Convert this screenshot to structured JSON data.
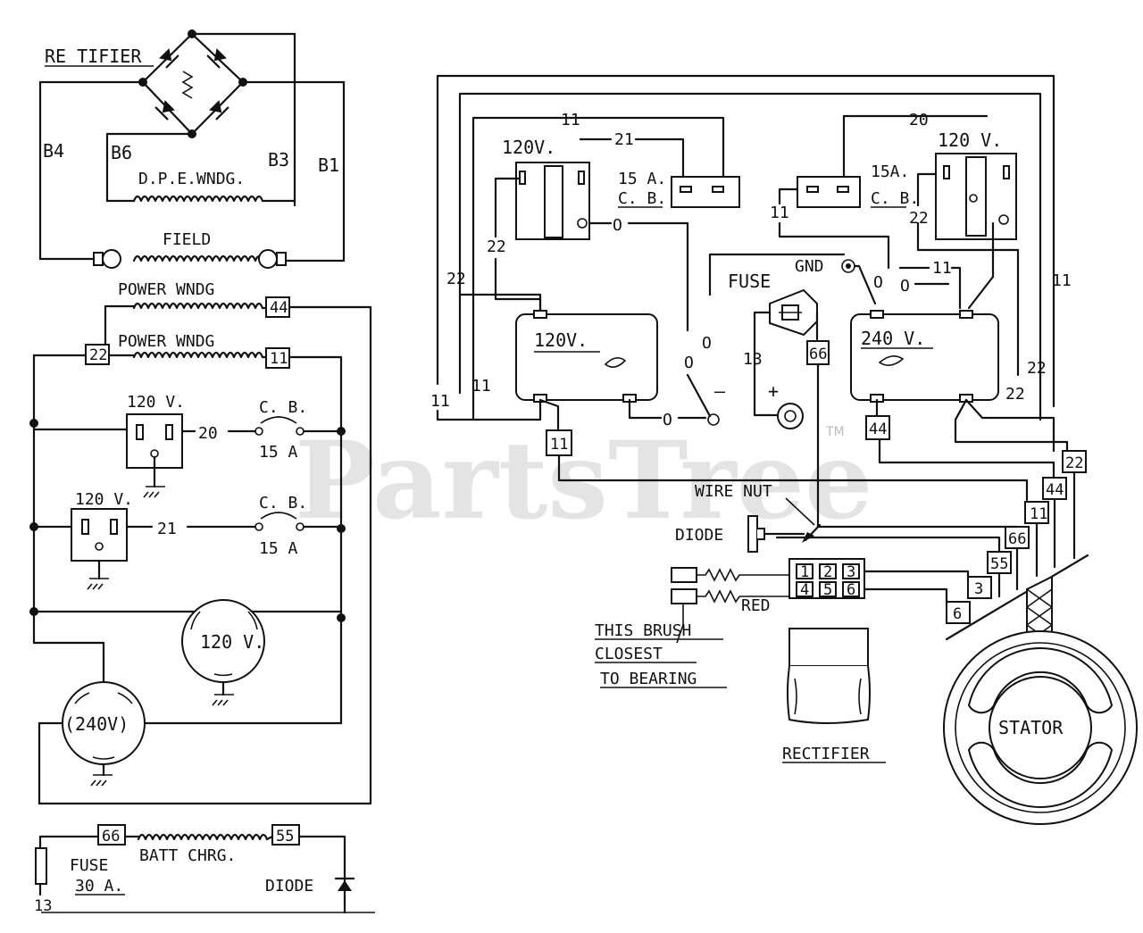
{
  "watermark": {
    "text": "PartsTree",
    "tm": "TM"
  },
  "schematic": {
    "rectifier_label": "RE  TIFIER",
    "b4": "B4",
    "b6": "B6",
    "b3": "B3",
    "b1": "B1",
    "dpe_wndg": "D.P.E.WNDG.",
    "field": "FIELD",
    "power_wndg_top": "POWER WNDG",
    "power_wndg_bottom": "POWER WNDG",
    "term_44": "44",
    "term_22": "22",
    "term_11": "11",
    "rcpt1_label": "120 V.",
    "rcpt1_wire": "20",
    "cb1_label": "C. B.",
    "cb1_rating": "15 A",
    "rcpt2_label": "120 V.",
    "rcpt2_wire": "21",
    "cb2_label": "C. B.",
    "cb2_rating": "15 A",
    "twistlock_120": "120 V.",
    "twistlock_240": "(240V)",
    "term_66": "66",
    "term_55": "55",
    "batt_chrg": "BATT CHRG.",
    "fuse_label": "FUSE",
    "fuse_rating": "30 A.",
    "fuse_wire": "13",
    "diode_label": "DIODE"
  },
  "wiring": {
    "wire_11_top": "11",
    "wire_21": "21",
    "wire_20": "20",
    "left_120v": "120V.",
    "left_cb_amp": "15 A.",
    "left_cb": "C. B.",
    "right_cb_amp": "15A.",
    "right_cb": "C. B.",
    "right_120v": "120 V.",
    "wire_22_right": "22",
    "wire_22_left": "22",
    "wire_22_inner": "22",
    "wire_11_right_bridge": "11",
    "wire_11_far_right": "11",
    "wire_11_a": "11",
    "wire_11_b": "11",
    "wire_11_c": "11",
    "panel_120v": "120V.",
    "panel_240v": "240 V.",
    "wire_22_r1": "22",
    "wire_22_r2": "22",
    "wire_o": "O",
    "minus": "–",
    "plus": "+",
    "fuse_label": "FUSE",
    "gnd_label": "GND",
    "wire_13": "13",
    "tag_66": "66",
    "tag_44_panel": "44",
    "tag_11_panel": "11",
    "wire_nut": "WIRE NUT",
    "diode": "DIODE",
    "term_1": "1",
    "term_2": "2",
    "term_3": "3",
    "term_4": "4",
    "term_5": "5",
    "term_6": "6",
    "red": "RED",
    "brush_line1": "THIS BRUSH",
    "brush_line2": "CLOSEST",
    "brush_line3": "TO BEARING",
    "rectifier": "RECTIFIER",
    "stator": "STATOR",
    "lead_22": "22",
    "lead_44": "44",
    "lead_11": "11",
    "lead_66": "66",
    "lead_55": "55",
    "lead_3": "3",
    "lead_6": "6"
  }
}
